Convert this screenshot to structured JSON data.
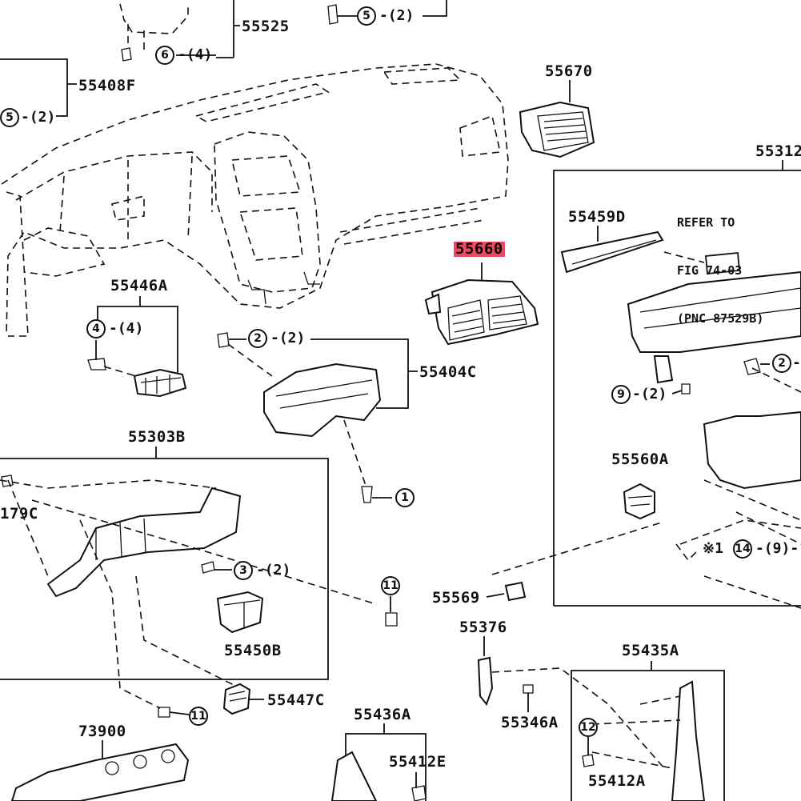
{
  "diagram": {
    "highlight_color": "#e84a5f",
    "part_labels": {
      "p55525": "55525",
      "p55408F": "55408F",
      "p55670": "55670",
      "p55312": "55312",
      "p55459D": "55459D",
      "p55660": "55660",
      "p55446A": "55446A",
      "p55404C": "55404C",
      "p55303B": "55303B",
      "p55179C": "179C",
      "p55560A": "55560A",
      "p55569": "55569",
      "p55450B": "55450B",
      "p55376": "55376",
      "p55435A": "55435A",
      "p55447C": "55447C",
      "p55346A": "55346A",
      "p73900": "73900",
      "p55436A": "55436A",
      "p55412E": "55412E",
      "p55412A": "55412A"
    },
    "callouts": {
      "c6": "6",
      "c5top": "5",
      "c5left": "5",
      "c4": "4",
      "c2mid": "2",
      "c2right": "2",
      "c9": "9",
      "c1": "1",
      "c3": "3",
      "c11a": "11",
      "c11b": "11",
      "c12": "12",
      "c14": "14"
    },
    "quantities": {
      "q6": "-(4)",
      "q5top": "-(2)",
      "q5left": "-(2)",
      "q4": "-(4)",
      "q2mid": "-(2)",
      "q9": "-(2)",
      "q3": "-(2)",
      "q14": "-(9)-",
      "q2right": "-"
    },
    "note_lines": {
      "line1": "REFER TO",
      "line2": "FIG 74-03",
      "line3": "(PNC 87529B)"
    },
    "asterisk_note": "※1"
  }
}
